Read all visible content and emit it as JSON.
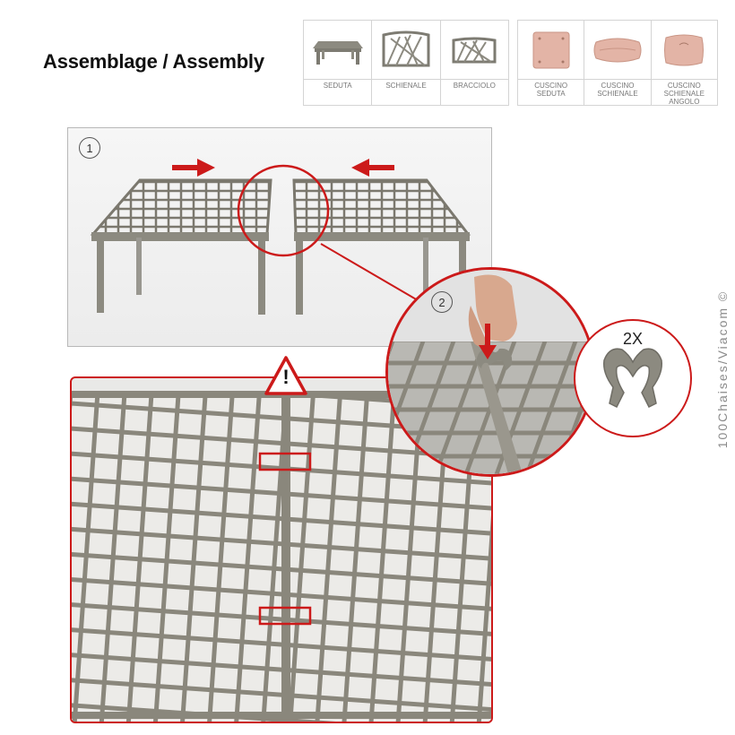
{
  "page": {
    "title": "Assemblage / Assembly",
    "credit": "100Chaises/Viacom ©"
  },
  "parts_frames": [
    {
      "label": "SEDUTA",
      "icon": "seat-frame-icon"
    },
    {
      "label": "SCHIENALE",
      "icon": "backrest-frame-icon"
    },
    {
      "label": "BRACCIOLO",
      "icon": "armrest-frame-icon"
    }
  ],
  "parts_cushions": [
    {
      "label": "CUSCINO\nSEDUTA",
      "icon": "seat-cushion-icon"
    },
    {
      "label": "CUSCINO\nSCHIENALE",
      "icon": "back-cushion-icon"
    },
    {
      "label": "CUSCINO\nSCHIENALE\nANGOLO",
      "icon": "corner-cushion-icon"
    }
  ],
  "steps": {
    "step1": "1",
    "step2": "2",
    "clip_count": "2X",
    "warning_symbol": "!"
  },
  "colors": {
    "accent": "#cc1a1a",
    "frame": "#8c8a80",
    "cushion": "#e3b4a6",
    "label": "#777777"
  }
}
